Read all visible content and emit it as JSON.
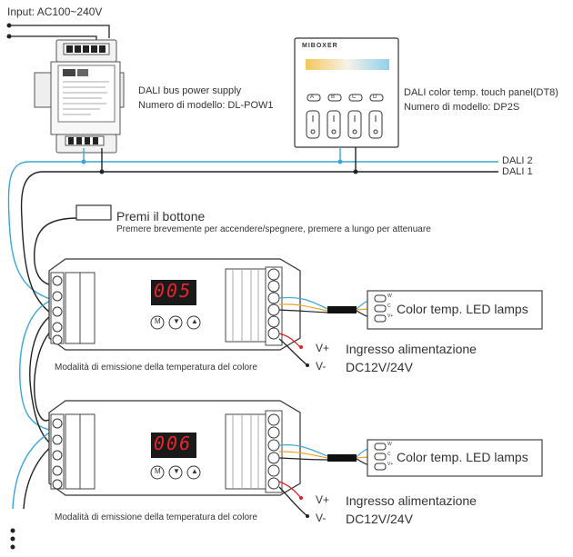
{
  "input_label": "Input: AC100~240V",
  "power_supply": {
    "title": "DALI bus power supply",
    "model": "Numero di modello: DL-POW1"
  },
  "touch_panel": {
    "title": "DALI color temp. touch panel(DT8)",
    "model": "Numero di modello: DP2S",
    "brand": "MIBOXER",
    "keys": [
      "A",
      "B",
      "C",
      "D"
    ]
  },
  "bus_lines": [
    "DALI 2",
    "DALI 1"
  ],
  "button_note": {
    "title": "Premi il bottone",
    "desc": "Premere brevemente per accendere/spegnere, premere a lungo per attenuare"
  },
  "controllers": [
    {
      "display": "005",
      "lamp_label": "Color temp. LED lamps",
      "lamp_pins": [
        "W",
        "C",
        "V+"
      ],
      "vplus": "V+",
      "vminus": "V-",
      "power_label": "Ingresso alimentazione",
      "power_value": "DC12V/24V",
      "mode_label": "Modalità di emissione della temperatura del colore"
    },
    {
      "display": "006",
      "lamp_label": "Color temp. LED lamps",
      "lamp_pins": [
        "W",
        "C",
        "V+"
      ],
      "vplus": "V+",
      "vminus": "V-",
      "power_label": "Ingresso alimentazione",
      "power_value": "DC12V/24V",
      "mode_label": "Modalità di emissione della temperatura del colore"
    }
  ],
  "colors": {
    "wire_blue": "#3aa6d8",
    "wire_black": "#222222",
    "wire_red": "#e02020",
    "wire_orange": "#f0a020",
    "display_red": "#e8262a",
    "gray_text": "#333333"
  }
}
